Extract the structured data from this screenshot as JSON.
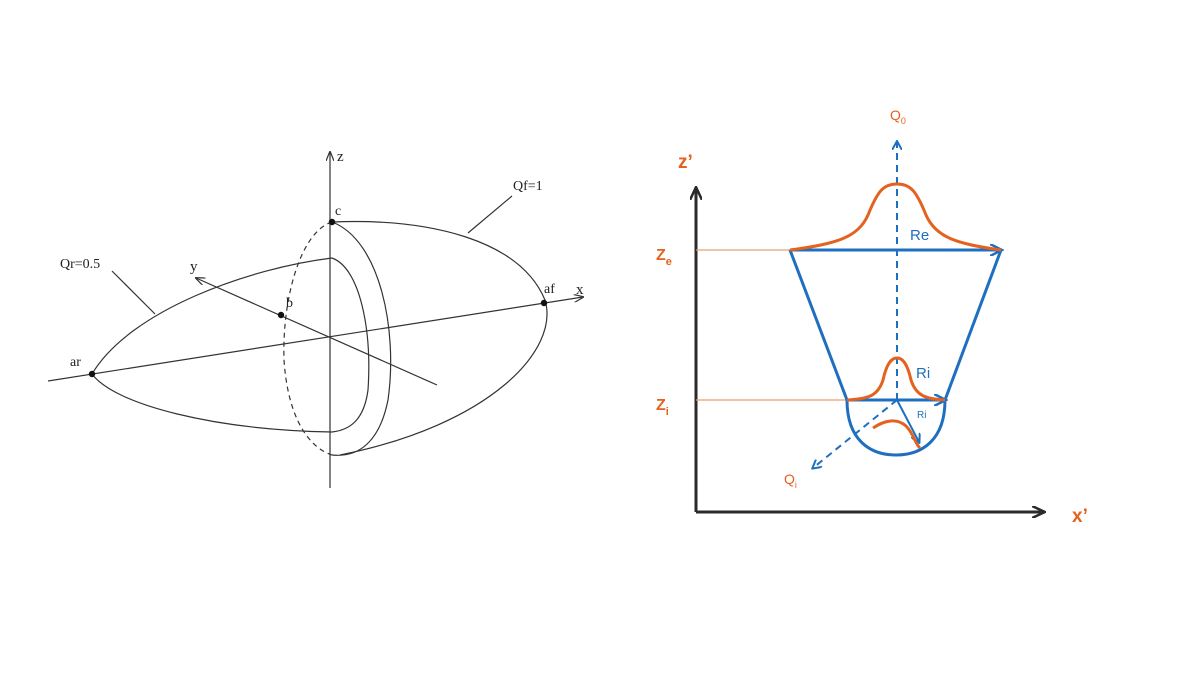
{
  "left_diagram": {
    "labels": {
      "z": "z",
      "x": "x",
      "y": "y",
      "c": "c",
      "b": "b",
      "af": "af",
      "ar": "ar",
      "qf": "Qf=1",
      "qr": "Qr=0.5"
    }
  },
  "right_diagram": {
    "labels": {
      "z_axis": "z’",
      "x_axis": "x’",
      "q0_main": "Q",
      "q0_sub": "0",
      "qi_main": "Q",
      "qi_sub": "i",
      "ze_main": "Z",
      "ze_sub": "e",
      "zi_main": "Z",
      "zi_sub": "i",
      "re": "Re",
      "ri_upper": "Ri",
      "ri_lower": "Ri"
    },
    "colors": {
      "blue": "#1f6fc0",
      "orange": "#e4621f",
      "guide": "#e8a070"
    }
  }
}
